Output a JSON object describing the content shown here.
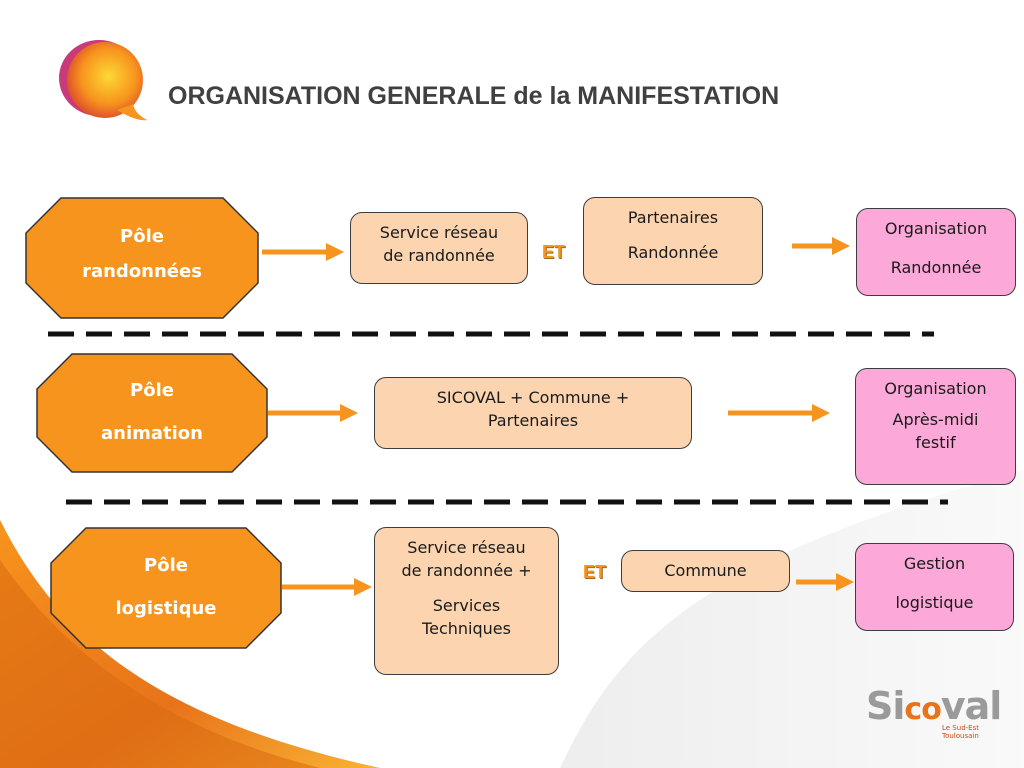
{
  "title": "ORGANISATION GENERALE de la MANIFESTATION",
  "colors": {
    "orange": "#f7941d",
    "peach": "#fcd5b0",
    "pink": "#fca8d8",
    "title": "#404040"
  },
  "rows": [
    {
      "pole": {
        "line1": "Pôle",
        "line2": "randonnées"
      },
      "service": {
        "line1": "Service réseau",
        "line2": "de randonnée"
      },
      "et": "ET",
      "partner": {
        "line1": "Partenaires",
        "line2": "Randonnée"
      },
      "result": {
        "line1": "Organisation",
        "line2": "Randonnée"
      }
    },
    {
      "pole": {
        "line1": "Pôle",
        "line2": "animation"
      },
      "service": {
        "line1": "SICOVAL + Commune +",
        "line2": "Partenaires"
      },
      "result": {
        "line1": "Organisation",
        "line2": "Après-midi",
        "line3": "festif"
      }
    },
    {
      "pole": {
        "line1": "Pôle",
        "line2": "logistique"
      },
      "service": {
        "line1": "Service réseau",
        "line2": "de randonnée +",
        "line3": "Services",
        "line4": "Techniques"
      },
      "et": "ET",
      "partner": {
        "line1": "Commune"
      },
      "result": {
        "line1": "Gestion",
        "line2": "logistique"
      }
    }
  ],
  "logo": {
    "name_pre": "Si",
    "name_mid": "co",
    "name_post": "val",
    "tagline1": "Le Sud-Est",
    "tagline2": "Toulousain"
  }
}
